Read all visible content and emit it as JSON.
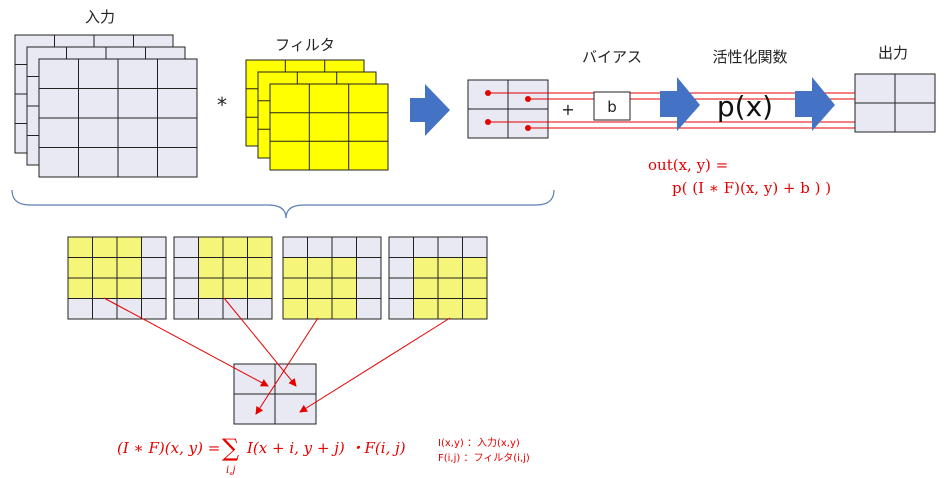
{
  "labels": {
    "input": "入力",
    "filter": "フィルタ",
    "bias": "バイアス",
    "activation": "活性化関数",
    "output": "出力",
    "multiply": "*",
    "plus": "+",
    "bias_symbol": "b",
    "activation_symbol": "p(x)"
  },
  "formula_out": {
    "line1": "out(x, y) =",
    "line2": "p( (I ∗ F)(x, y) + b ) )"
  },
  "formula_conv": {
    "lhs": "(I ∗ F)(x, y) =",
    "sum": "∑",
    "sub": "i,j",
    "rhs": "I(x + i, y + j) ・F(i, j)"
  },
  "legend": {
    "line1": "I(x,y) ：入力(x,y)",
    "line2": "F(i,j) ：フィルタ(i,j)"
  },
  "colors": {
    "grid_fill": "#e8e9f3",
    "grid_stroke": "#222222",
    "filter_fill": "#ffff00",
    "highlight_fill": "#f5f57a",
    "arrow_blue": "#4472c4",
    "red": "#e60000",
    "brace": "#5b7fb5"
  }
}
